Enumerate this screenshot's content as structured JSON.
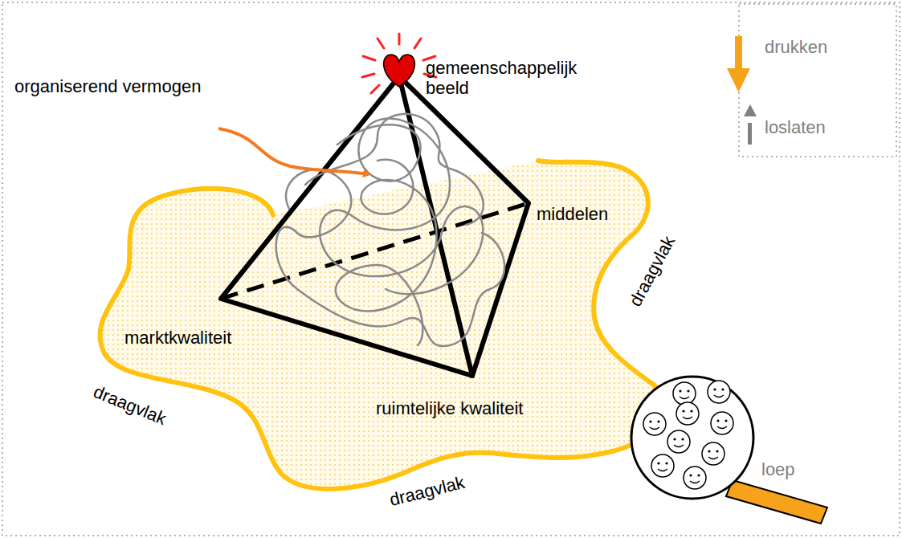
{
  "diagram": {
    "labels": [
      "organiserend vermogen",
      "gemeenschappelijk beeld",
      "middelen",
      "marktkwaliteit",
      "ruimtelijke kwaliteit",
      "draagvlak",
      "draagvlak",
      "draagvlak",
      "loep"
    ],
    "legend": [
      {
        "text": "drukken"
      },
      {
        "text": "loslaten"
      }
    ]
  }
}
